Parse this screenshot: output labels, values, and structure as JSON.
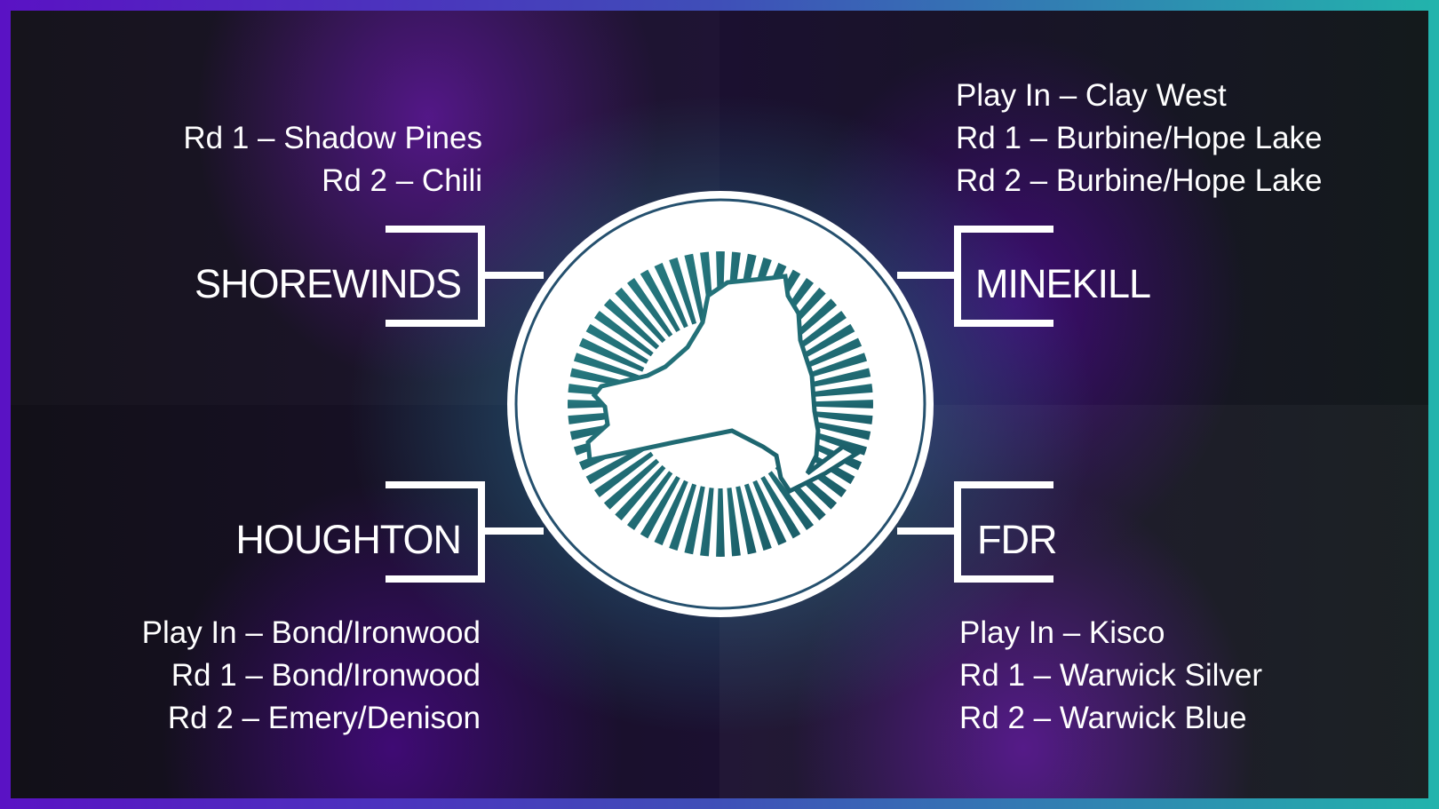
{
  "brackets": {
    "top_left": {
      "team": "SHOREWINDS",
      "lines": [
        "Rd 1 – Shadow Pines",
        "Rd 2 – Chili"
      ]
    },
    "top_right": {
      "team": "MINEKILL",
      "lines": [
        "Play In – Clay West",
        "Rd 1 – Burbine/Hope Lake",
        "Rd 2 – Burbine/Hope Lake"
      ]
    },
    "bottom_left": {
      "team": "HOUGHTON",
      "lines": [
        "Play In – Bond/Ironwood",
        "Rd 1 – Bond/Ironwood",
        "Rd 2 – Emery/Denison"
      ]
    },
    "bottom_right": {
      "team": "FDR",
      "lines": [
        "Play In – Kisco",
        "Rd 1 – Warwick Silver",
        "Rd 2 – Warwick Blue"
      ]
    }
  },
  "logo": {
    "icon": "new-york-state-sunburst-logo",
    "color": "#1f6b73"
  },
  "colors": {
    "frame_left": "#5a12c4",
    "frame_right": "#22b4ac",
    "text": "#ffffff"
  }
}
